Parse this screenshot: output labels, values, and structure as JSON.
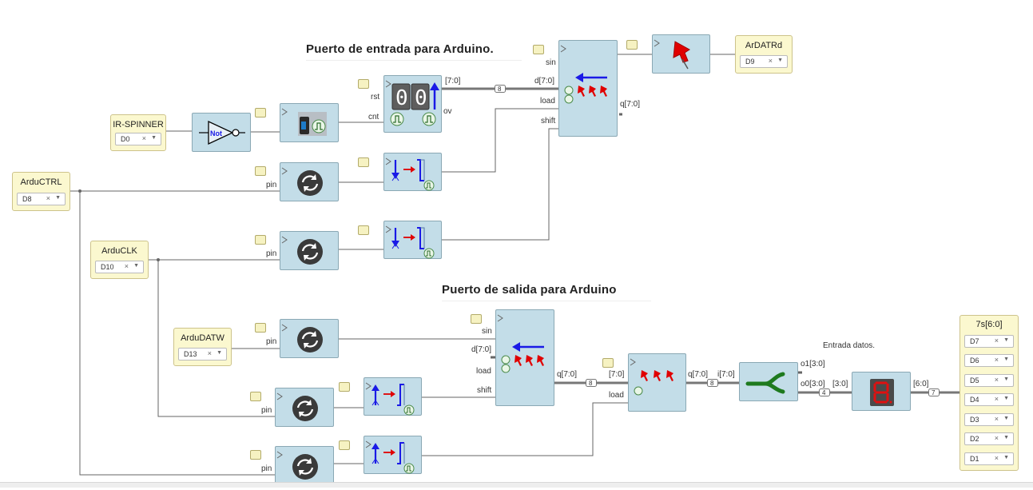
{
  "titles": {
    "input_port": "Puerto de entrada para Arduino.",
    "output_port": "Puerto de salida para Arduino",
    "entrada_datos": "Entrada datos."
  },
  "inputs": {
    "ir_spinner": {
      "name": "IR-SPINNER",
      "pin": "D0"
    },
    "arductrl": {
      "name": "ArduCTRL",
      "pin": "D8"
    },
    "arduclk": {
      "name": "ArduCLK",
      "pin": "D10"
    },
    "ardudatw": {
      "name": "ArduDATW",
      "pin": "D13"
    }
  },
  "outputs": {
    "ardatrd": {
      "name": "ArDATRd",
      "pin": "D9"
    },
    "seg7": {
      "name": "7s[6:0]",
      "pins": [
        "D7",
        "D6",
        "D5",
        "D4",
        "D3",
        "D2",
        "D1"
      ]
    }
  },
  "gates": {
    "not_label": "Not"
  },
  "pins": {
    "rst": "rst",
    "cnt": "cnt",
    "ov": "ov",
    "sin": "sin",
    "d": "d[7:0]",
    "load": "load",
    "shift": "shift",
    "q": "q[7:0]",
    "pin": "pin",
    "bus7": "[7:0]",
    "i": "i[7:0]",
    "o1": "o1[3:0]",
    "o0": "o0[3:0]",
    "bus3": "[3:0]",
    "bus6": "[6:0]"
  },
  "bus_widths": {
    "w8": "8",
    "w4": "4",
    "w7": "7"
  },
  "clear_symbol": "×",
  "dropdown_symbol": "▼",
  "colors": {
    "block": "#c3dde8",
    "io_box": "#fbf8cf",
    "wire": "#666666",
    "bus": "#777777",
    "arrow_blue": "#1a1ae6",
    "arrow_red": "#e00000",
    "demux_green": "#1e7a1e",
    "display_red": "#e01010"
  }
}
